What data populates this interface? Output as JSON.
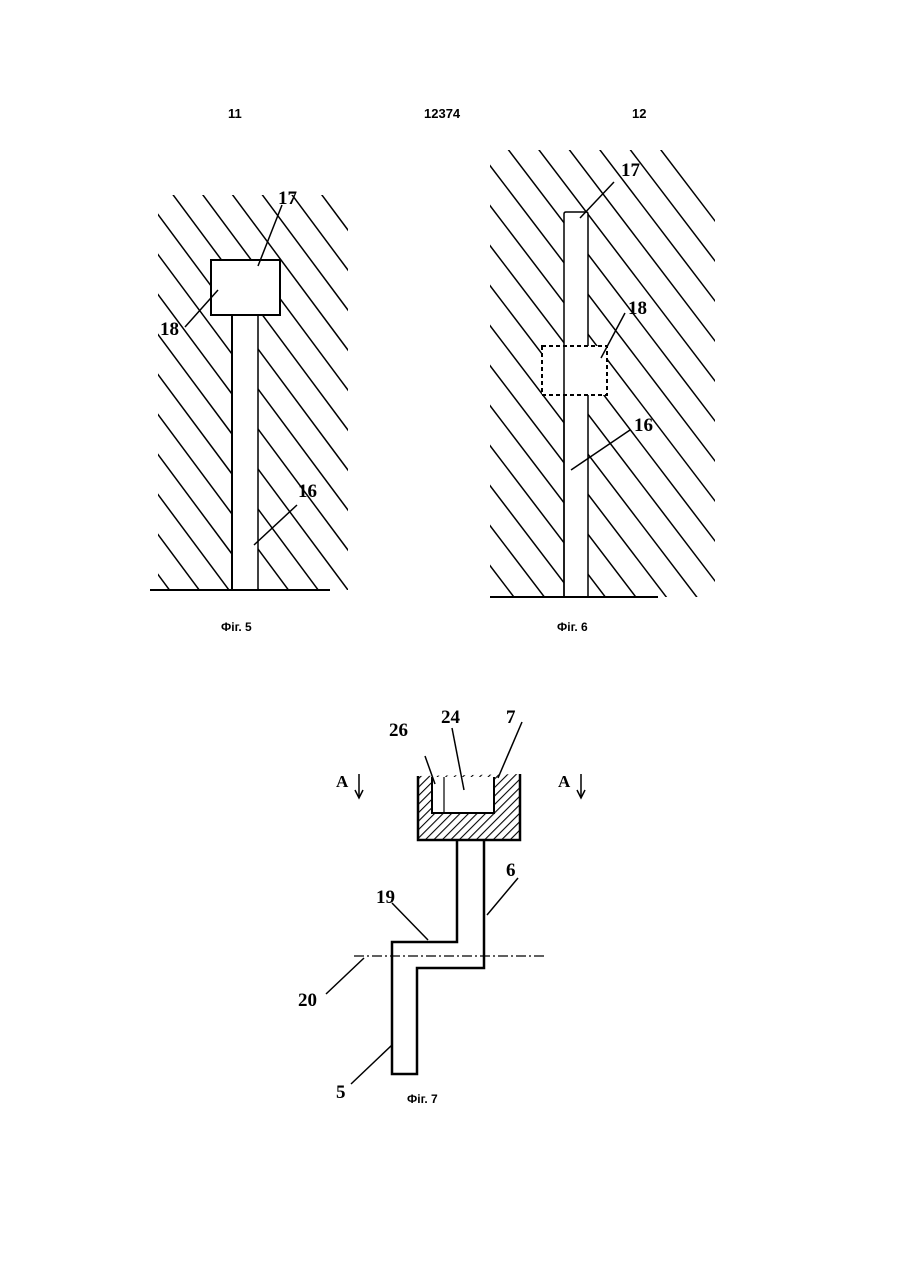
{
  "header": {
    "left_page": "11",
    "doc_number": "12374",
    "right_page": "12"
  },
  "figures": {
    "fig5": {
      "caption": "Фіг. 5",
      "labels": {
        "part17": "17",
        "part18": "18",
        "part16": "16"
      }
    },
    "fig6": {
      "caption": "Фіг. 6",
      "labels": {
        "part17": "17",
        "part18": "18",
        "part16": "16"
      }
    },
    "fig7": {
      "caption": "Фіг. 7",
      "labels": {
        "part26": "26",
        "part24": "24",
        "part7": "7",
        "part6": "6",
        "part19": "19",
        "part20": "20",
        "part5": "5"
      },
      "section_marks": {
        "left": "A",
        "right": "A"
      }
    }
  }
}
